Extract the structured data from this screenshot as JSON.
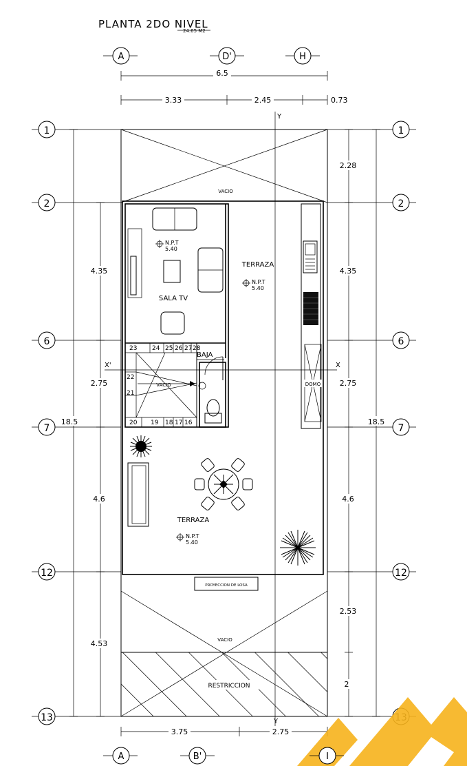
{
  "title": "PLANTA 2DO NIVEL",
  "area": "24.65 M2",
  "top_axes": [
    "A",
    "D'",
    "H"
  ],
  "bottom_axes": [
    "A",
    "B'",
    "I"
  ],
  "row_axes": [
    "1",
    "2",
    "6",
    "7",
    "12",
    "13"
  ],
  "top_total": "6.5",
  "top_dims": [
    "3.33",
    "2.45",
    "0.73"
  ],
  "bottom_dims": [
    "3.75",
    "2.75"
  ],
  "left_total": "18.5",
  "right_total": "18.5",
  "left_dims": [
    "4.35",
    "2.75",
    "4.6",
    "4.53"
  ],
  "right_dims": [
    "2.28",
    "4.35",
    "2.75",
    "4.6",
    "2.53",
    "2"
  ],
  "section_y": "Y",
  "section_x": "X",
  "section_x_prime": "X'",
  "rooms": {
    "vacio_top": "VACIO",
    "sala_tv": "SALA TV",
    "terraza_1": "TERRAZA",
    "terraza_2": "TERRAZA",
    "baja": "BAJA",
    "vacio_stair": "VACIO",
    "domo": "DOMO",
    "proyeccion": "PROYECCION DE LOSA",
    "vacio_bottom": "VACIO",
    "restriccion": "RESTRICCION"
  },
  "level_label": "N.P.T",
  "level_value": "5.40",
  "stair_steps_top": [
    "23",
    "24",
    "25",
    "26",
    "27",
    "28"
  ],
  "stair_steps_left": [
    "22",
    "21"
  ],
  "stair_steps_bottom": [
    "20",
    "19",
    "18",
    "17",
    "16"
  ],
  "colors": {
    "ink": "#000000",
    "watermark": "#f6b21c"
  }
}
